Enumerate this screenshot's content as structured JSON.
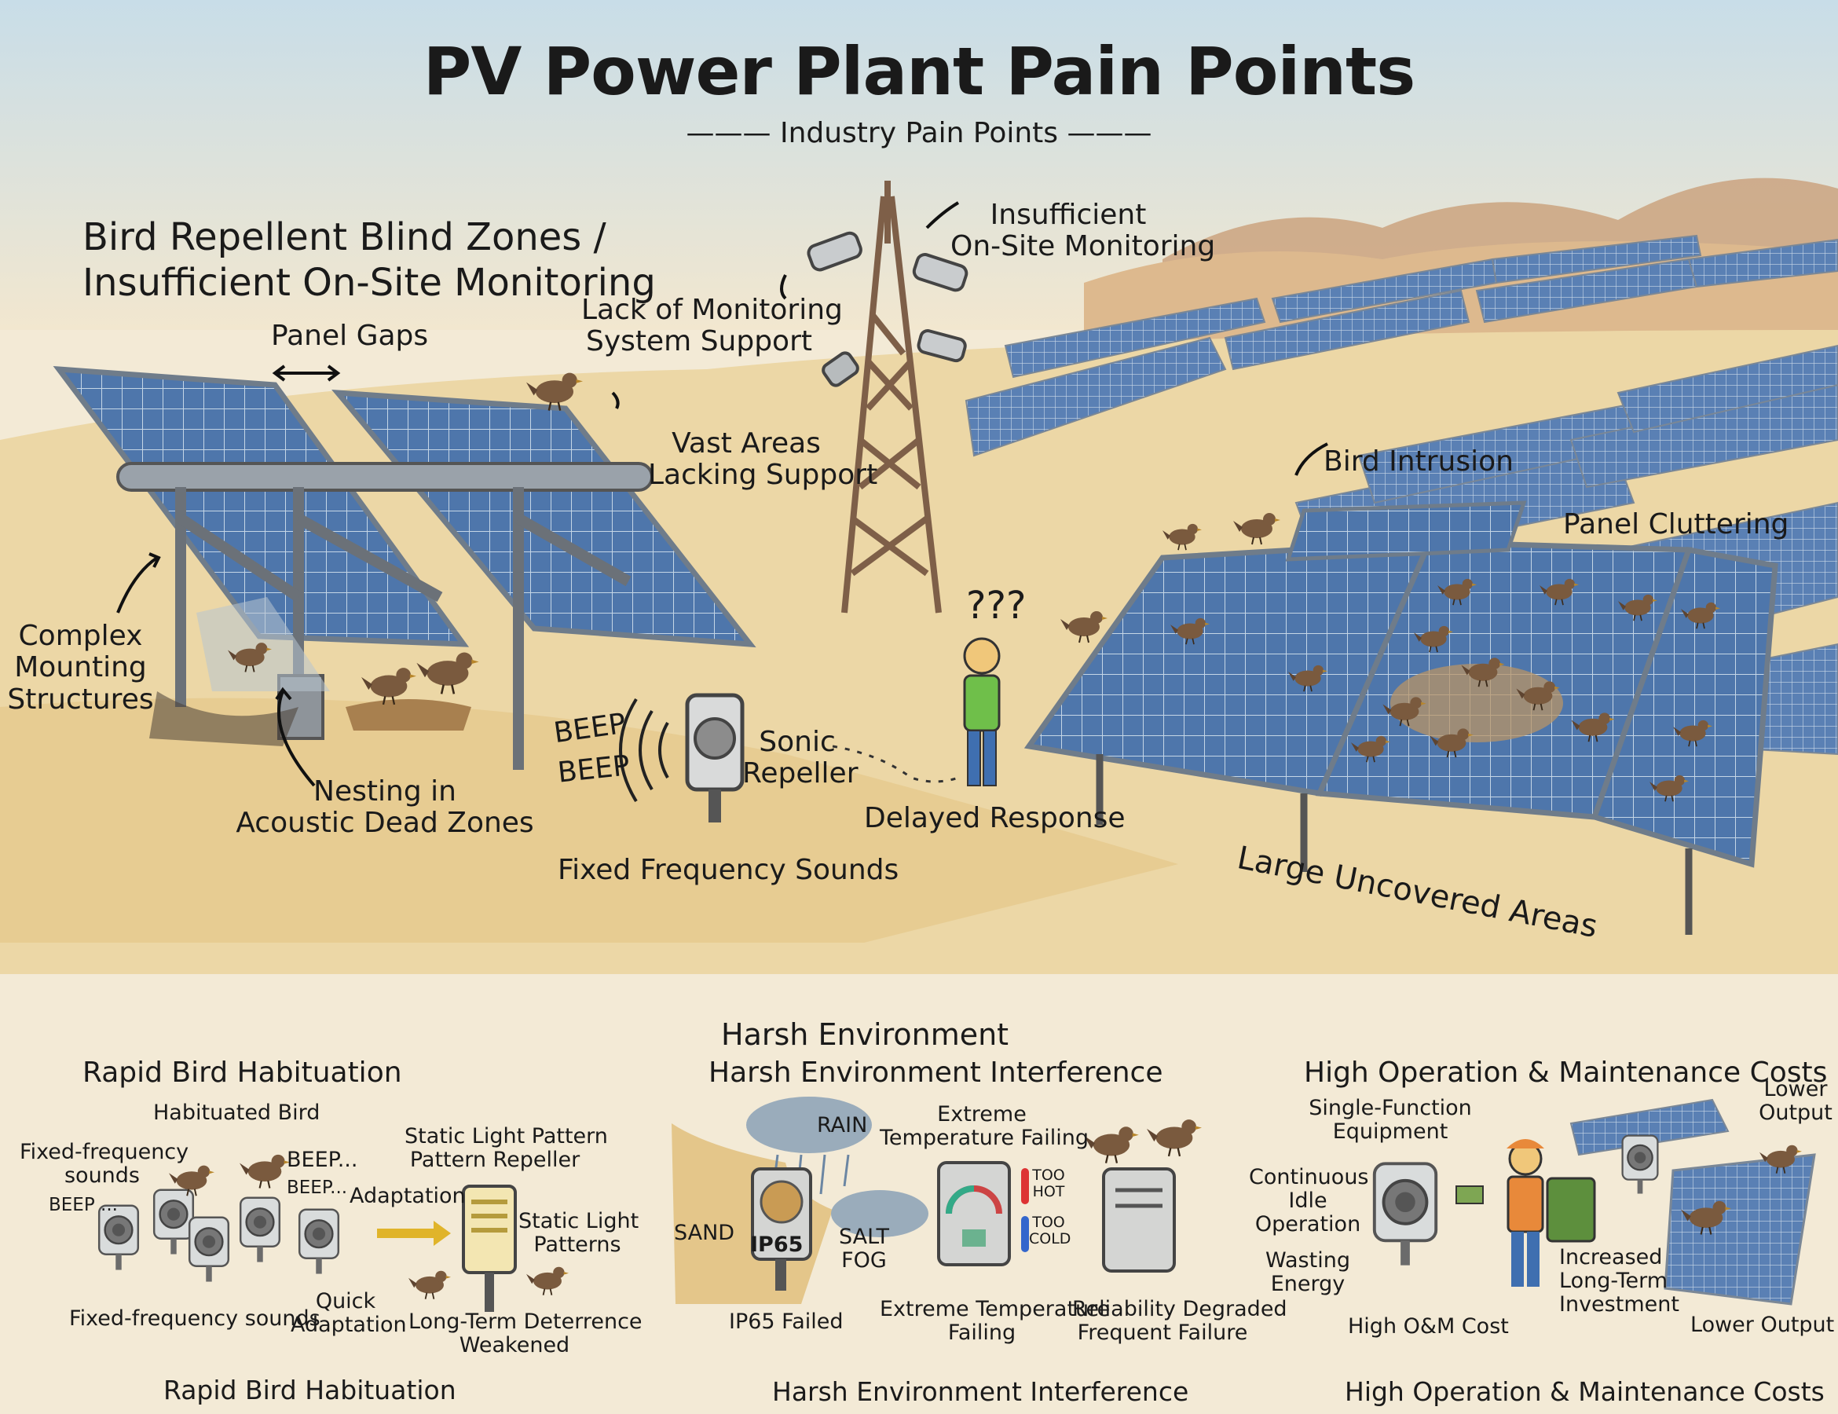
{
  "header": {
    "title": "PV Power Plant Pain Points",
    "subtitle": "Industry Pain Points"
  },
  "scene_labels": {
    "blind_zones_heading_1": "Bird Repellent Blind Zones /",
    "blind_zones_heading_2": "Insufficient On-Site Monitoring",
    "panel_gaps": "Panel Gaps",
    "complex_mounting_1": "Complex",
    "complex_mounting_2": "Mounting",
    "complex_mounting_3": "Structures",
    "nesting_1": "Nesting in",
    "nesting_2": "Acoustic Dead Zones",
    "beep": "BEEP",
    "sonic_repeller_1": "Sonic",
    "sonic_repeller_2": "Repeller",
    "fixed_frequency_sounds": "Fixed Frequency Sounds",
    "lack_monitoring_1": "Lack of Monitoring",
    "lack_monitoring_2": "System Support",
    "vast_areas_1": "Vast Areas",
    "vast_areas_2": "Lacking Support",
    "insufficient_monitoring_1": "Insufficient",
    "insufficient_monitoring_2": "On-Site Monitoring",
    "question_marks": "???",
    "delayed_response": "Delayed Response",
    "bird_intrusion": "Bird Intrusion",
    "panel_cluttering": "Panel Cluttering",
    "large_uncovered_areas": "Large Uncovered Areas"
  },
  "panels": {
    "habituation": {
      "heading": "Rapid Bird Habituation",
      "habituated_bird": "Habituated Bird",
      "fixed_freq_1": "Fixed-frequency",
      "fixed_freq_2": "sounds",
      "beep_a": "BEEP ...",
      "beep_b": "BEEP...",
      "beep_c": "BEEP...",
      "adaptation": "Adaptation",
      "static_pattern_1": "Static Light Pattern",
      "static_pattern_2": "Pattern Repeller",
      "static_light_1": "Static Light",
      "static_light_2": "Patterns",
      "fixed_freq_bottom": "Fixed-frequency sounds",
      "quick_1": "Quick",
      "quick_2": "Adaptation",
      "deterrence_1": "Long-Term Deterrence",
      "deterrence_2": "Weakened",
      "footer": "Rapid Bird Habituation"
    },
    "environment": {
      "top": "Harsh Environment",
      "heading": "Harsh Environment Interference",
      "rain": "RAIN",
      "sand": "SAND",
      "salt_1": "SALT",
      "salt_2": "FOG",
      "ip65": "IP65",
      "ip65_failed": "IP65 Failed",
      "extreme_1": "Extreme",
      "extreme_2": "Temperature Failing",
      "too_hot_1": "TOO",
      "too_hot_2": "HOT",
      "too_cold_1": "TOO",
      "too_cold_2": "COLD",
      "extreme_bottom_1": "Extreme Temperature",
      "extreme_bottom_2": "Failing",
      "reliability_1": "Reliability Degraded",
      "reliability_2": "Frequent Failure",
      "footer": "Harsh Environment Interference"
    },
    "costs": {
      "heading": "High Operation & Maintenance Costs",
      "single_1": "Single-Function",
      "single_2": "Equipment",
      "idle_1": "Continuous",
      "idle_2": "Idle",
      "idle_3": "Operation",
      "wasting_1": "Wasting",
      "wasting_2": "Energy",
      "high_om": "High O&M Cost",
      "increased_1": "Increased",
      "increased_2": "Long-Term",
      "increased_3": "Investment",
      "lower_1": "Lower",
      "lower_2": "Output",
      "lower_bottom": "Lower Output",
      "footer": "High Operation & Maintenance Costs"
    }
  },
  "colors": {
    "sky": "#cfe0e8",
    "sand": "#e7c98a",
    "mountain": "#c9a079",
    "panel": "#4d74a8",
    "panel_frame": "#6f7c8a",
    "bird": "#7a5a3e",
    "tower": "#8a6a52",
    "shirt": "#6fbf4a"
  }
}
